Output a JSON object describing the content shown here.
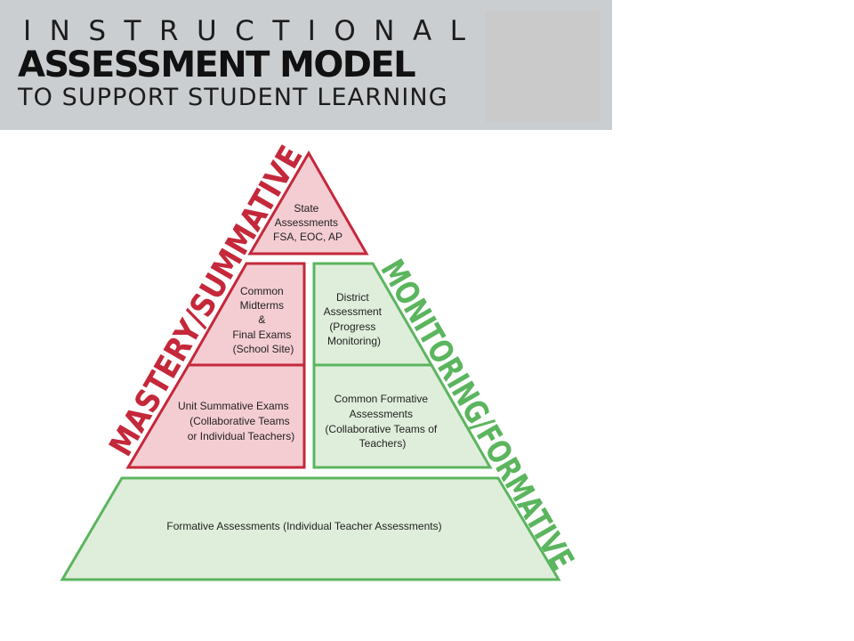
{
  "header": {
    "line1": "INSTRUCTIONAL",
    "line2": "ASSESSMENT MODEL",
    "line3": "TO SUPPORT STUDENT LEARNING"
  },
  "labels": {
    "left": "MASTERY/SUMMATIVE",
    "right": "MONITORING/FORMATIVE"
  },
  "cells": {
    "state": [
      "State",
      "Assessments",
      "FSA, EOC, AP"
    ],
    "midterms": [
      "Common",
      "Midterms",
      "&",
      "Final Exams",
      "(School Site)"
    ],
    "unit": [
      "Unit Summative Exams",
      "(Collaborative Teams",
      "or Individual Teachers)"
    ],
    "district": [
      "District",
      "Assessment",
      "(Progress",
      "Monitoring)"
    ],
    "common_formative": [
      "Common Formative",
      "Assessments",
      "(Collaborative Teams of",
      "Teachers)"
    ],
    "formative": [
      "Formative Assessments (Individual Teacher Assessments)"
    ]
  },
  "colors": {
    "summative_stroke": "#c4283a",
    "summative_fill": "#f4cdd3",
    "formative_stroke": "#5bb55e",
    "formative_fill": "#dfeedb"
  }
}
